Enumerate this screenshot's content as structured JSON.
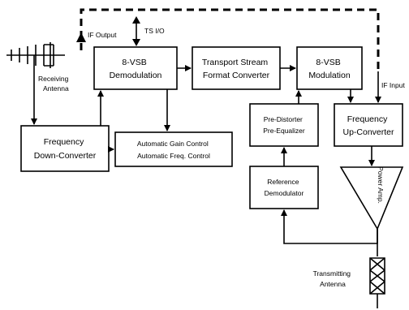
{
  "blocks": {
    "demod": [
      "8-VSB",
      "Demodulation"
    ],
    "tsfc": [
      "Transport Stream",
      "Format Converter"
    ],
    "mod": [
      "8-VSB",
      "Modulation"
    ],
    "fdc": [
      "Frequency",
      "Down-Converter"
    ],
    "agc": [
      "Automatic Gain Control",
      "Automatic Freq. Control"
    ],
    "pre": [
      "Pre-Distorter",
      "Pre-Equalizer"
    ],
    "fuc": [
      "Frequency",
      "Up-Converter"
    ],
    "ref": [
      "Reference",
      "Demodulator"
    ],
    "amp": "Power Amp."
  },
  "labels": {
    "if_output": "IF Output",
    "ts_io": "TS I/O",
    "if_input": "IF Input",
    "receiving_antenna": [
      "Receiving",
      "Antenna"
    ],
    "transmitting_antenna": [
      "Transmitting",
      "Antenna"
    ]
  }
}
